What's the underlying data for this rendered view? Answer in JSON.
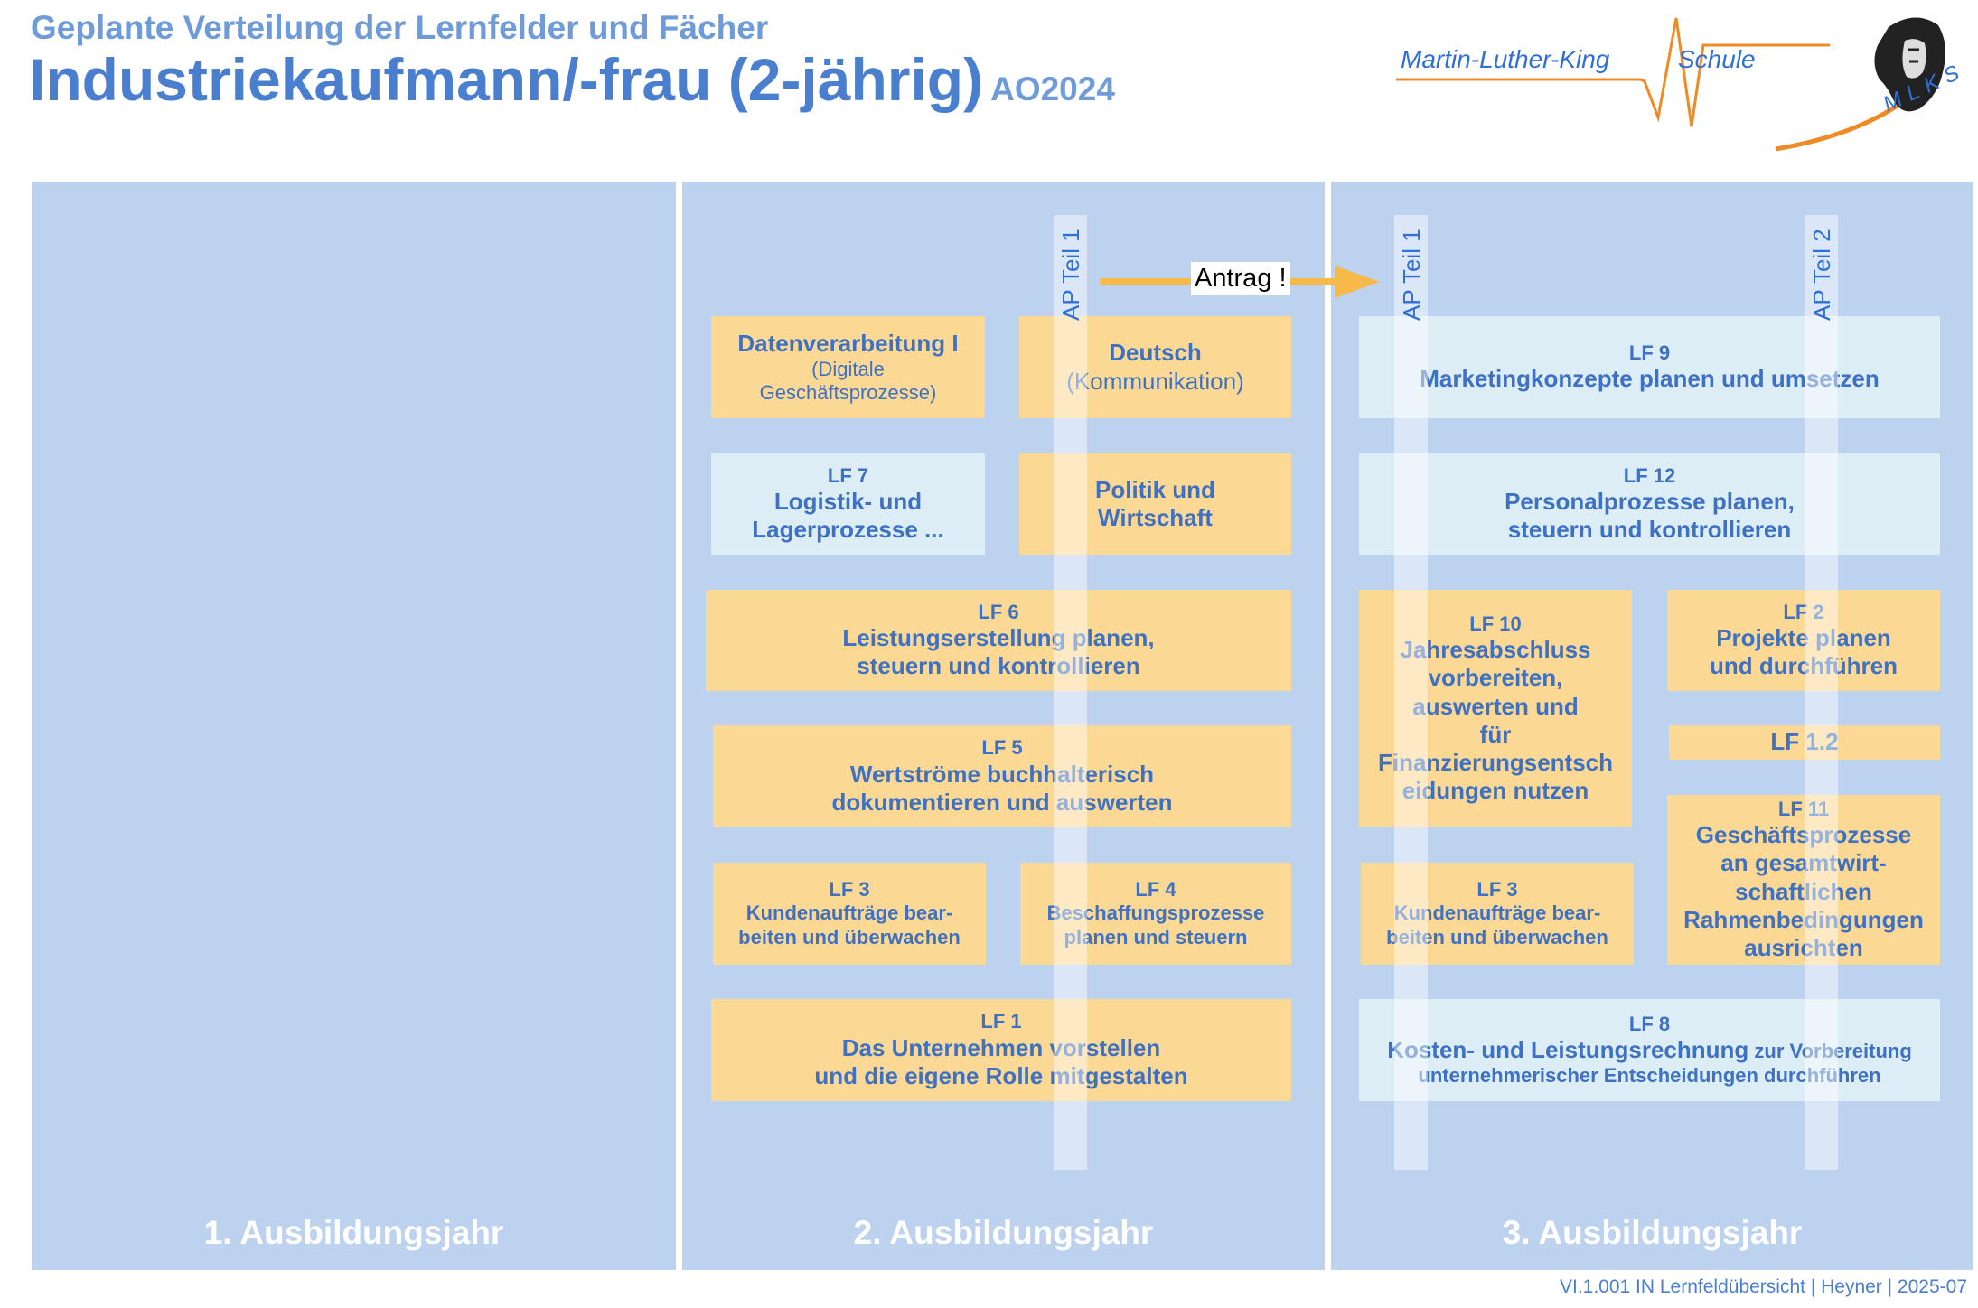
{
  "header": {
    "subtitle": "Geplante Verteilung der Lernfelder und Fächer",
    "title": "Industriekaufmann/-frau (2-jährig)",
    "ao": "AO2024"
  },
  "logo": {
    "left_text": "Martin-Luther-King",
    "right_text": "Schule",
    "initials": "MLKS",
    "portrait_icon": "portrait-silhouette-icon"
  },
  "columns": [
    {
      "label": "1. Ausbildungsjahr"
    },
    {
      "label": "2. Ausbildungsjahr"
    },
    {
      "label": "3. Ausbildungsjahr"
    }
  ],
  "markers": {
    "ap1_col2": "AP Teil 1",
    "ap1_col3": "AP Teil 1",
    "ap2_col3": "AP Teil 2",
    "antrag": "Antrag !"
  },
  "boxes": {
    "dv": {
      "title": "Datenverarbeitung I",
      "sub1": "(Digitale",
      "sub2": "Geschäftsprozesse)"
    },
    "deutsch": {
      "title": "Deutsch",
      "sub": "(Kommunikation)"
    },
    "lf7": {
      "lf": "LF 7",
      "line1": "Logistik- und",
      "line2": "Lagerprozesse ..."
    },
    "politik": {
      "line1": "Politik und",
      "line2": "Wirtschaft"
    },
    "lf6": {
      "lf": "LF 6",
      "line1": "Leistungserstellung planen,",
      "line2": "steuern und kontrollieren"
    },
    "lf5": {
      "lf": "LF 5",
      "line1": "Wertströme buchhalterisch",
      "line2": "dokumentieren und auswerten"
    },
    "lf3a": {
      "lf": "LF 3",
      "line1": "Kundenaufträge bear-",
      "line2": "beiten und überwachen"
    },
    "lf4": {
      "lf": "LF 4",
      "line1": "Beschaffungsprozesse",
      "line2": "planen und steuern"
    },
    "lf1": {
      "lf": "LF 1",
      "line1": "Das Unternehmen vorstellen",
      "line2": "und die eigene Rolle mitgestalten"
    },
    "lf9": {
      "lf": "LF 9",
      "line1": "Marketingkonzepte planen und umsetzen"
    },
    "lf12": {
      "lf": "LF 12",
      "line1": "Personalprozesse planen,",
      "line2": "steuern und kontrollieren"
    },
    "lf10": {
      "lf": "LF 10",
      "line1": "Jahresabschluss",
      "line2": "vorbereiten,",
      "line3": "auswerten und",
      "line4": "für",
      "line5": "Finanzierungsentsch",
      "line6": "eidungen nutzen"
    },
    "lf2": {
      "lf": "LF 2",
      "line1": "Projekte planen",
      "line2": "und durchführen"
    },
    "lf12b": {
      "lf": "LF 1.2"
    },
    "lf11": {
      "lf": "LF 11",
      "line1": "Geschäftsprozesse",
      "line2": "an gesamtwirt-",
      "line3": "schaftlichen",
      "line4": "Rahmenbedingungen",
      "line5": "ausrichten"
    },
    "lf3b": {
      "lf": "LF 3",
      "line1": "Kundenaufträge bear-",
      "line2": "beiten und überwachen"
    },
    "lf8": {
      "lf": "LF 8",
      "line1a": "Kosten- und Leistungsrechnung",
      "line1b": " zur Vorbereitung",
      "line2": "unternehmerischer Entscheidungen durchführen"
    }
  },
  "footer": "VI.1.001 IN Lernfeldübersicht | Heyner | 2025-07",
  "colors": {
    "column_bg": "#bdd2ee",
    "orange_box": "#fbd995",
    "blue_box": "#dcedf5",
    "text_blue": "#3f71c2",
    "arrow": "#f7b94a"
  }
}
